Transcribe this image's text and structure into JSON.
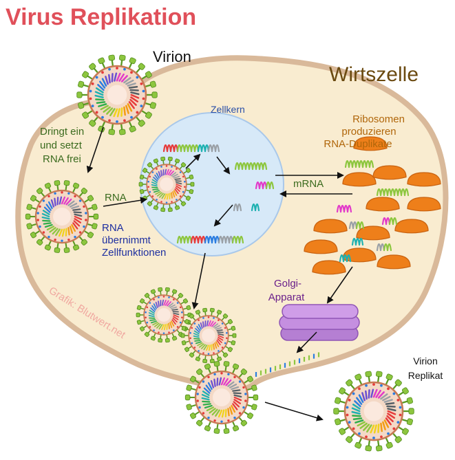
{
  "title": "Virus Replikation",
  "labels": {
    "virion": "Virion",
    "wirtszelle": "Wirtszelle",
    "zellkern": "Zellkern",
    "dringt_line1": "Dringt ein",
    "dringt_line2": "und setzt",
    "dringt_line3": "RNA frei",
    "rna": "RNA",
    "rna_fn_line1": "RNA",
    "rna_fn_line2": "übernimmt",
    "rna_fn_line3": "Zellfunktionen",
    "ribo_line1": "Ribosomen",
    "ribo_line2": "produzieren",
    "ribo_line3": "RNA-Duplikate",
    "mrna": "mRNA",
    "golgi_line1": "Golgi-",
    "golgi_line2": "Apparat",
    "replikat_line1": "Virion",
    "replikat_line2": "Replikat",
    "watermark": "Grafik: Blutwert.net"
  },
  "colors": {
    "title": "#e0505a",
    "wirtszelle": "#6b4a10",
    "cytoplasm": "#f9ecd0",
    "membrane": "#d9b99a",
    "nucleus": "#d7e9f8",
    "nucleus_label": "#2a4fa8",
    "ribosome": "#ee7f1a",
    "ribo_label": "#b0660a",
    "green_label": "#3b6b1e",
    "blue_label": "#1e2fa0",
    "golgi": "#c58fe0",
    "golgi_label": "#6a1f8a",
    "watermark": "#f0a8a0",
    "spike": "#8dc63f"
  }
}
